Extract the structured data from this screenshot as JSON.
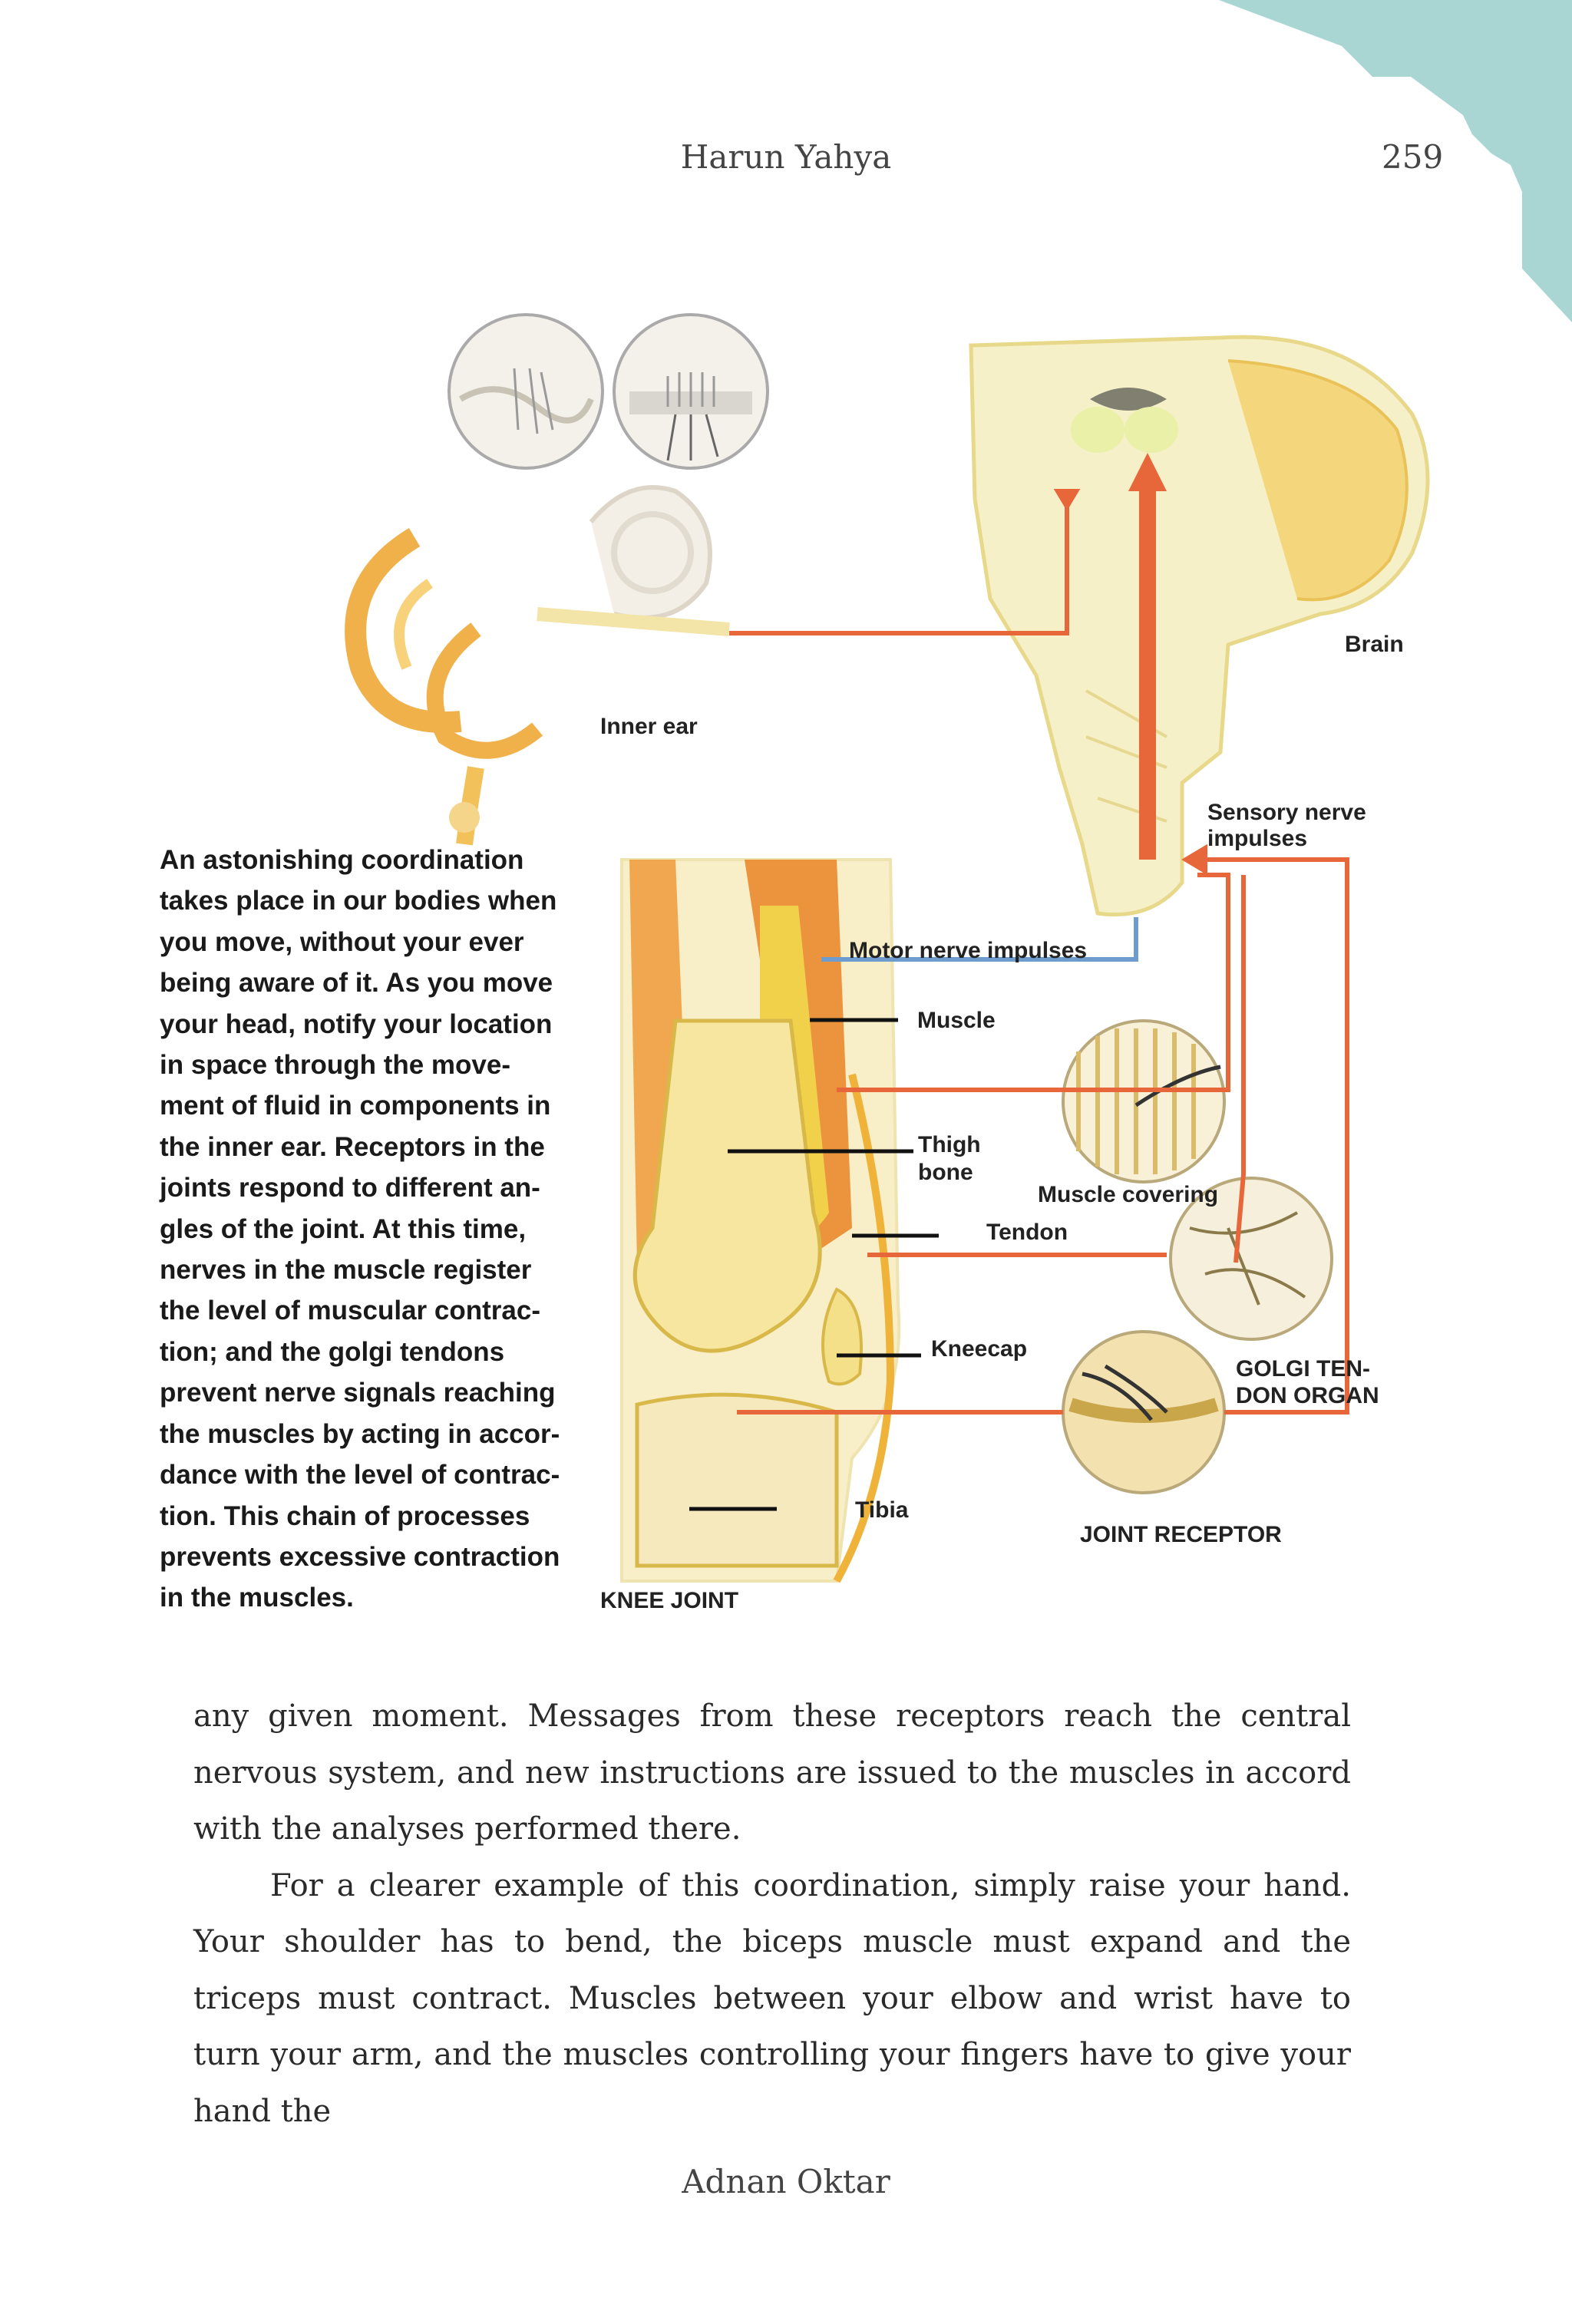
{
  "header": {
    "title": "Harun Yahya",
    "page_number": "259"
  },
  "figure": {
    "labels": {
      "inner_ear": "Inner ear",
      "brain": "Brain",
      "sensory_nerve_1": "Sensory nerve",
      "sensory_nerve_2": "impulses",
      "motor_nerve": "Motor nerve impulses",
      "muscle": "Muscle",
      "thigh_bone_1": "Thigh",
      "thigh_bone_2": "bone",
      "muscle_covering": "Muscle covering",
      "tendon": "Tendon",
      "kneecap": "Kneecap",
      "golgi_1": "GOLGI TEN-",
      "golgi_2": "DON ORGAN",
      "tibia": "Tibia",
      "joint_receptor": "JOINT RECEPTOR",
      "knee_joint": "KNEE JOINT"
    },
    "caption_lines": [
      "An astonishing coordination",
      "takes place in our bodies when",
      "you move, without your ever",
      "being aware of it. As you move",
      "your head, notify your location",
      "in space through the move-",
      "ment of fluid in components in",
      "the inner ear. Receptors in the",
      "joints respond to different an-",
      "gles of the joint. At this time,",
      "nerves in the muscle register",
      "the level of muscular contrac-",
      "tion; and the golgi tendons",
      "prevent nerve signals reaching",
      "the muscles by acting in accor-",
      "dance with the level of contrac-",
      "tion. This chain of processes",
      "prevents excessive contraction",
      "in the muscles."
    ]
  },
  "body": {
    "paragraph_1": "any given moment. Messages from these receptors reach the central nervous system, and new instructions are issued to the muscles in accord with the analyses performed there.",
    "paragraph_2": "For a clearer example of this coordination, simply raise your hand. Your shoulder has to bend, the biceps muscle must expand and the triceps must contract. Muscles between your elbow and wrist have to turn your arm, and the muscles controlling your fingers have to give your hand the"
  },
  "footer": {
    "author": "Adnan Oktar"
  },
  "colors": {
    "corner_tab": "#a9d6d3",
    "nerve_orange": "#e8673a",
    "motor_blue": "#6f9ccf"
  }
}
